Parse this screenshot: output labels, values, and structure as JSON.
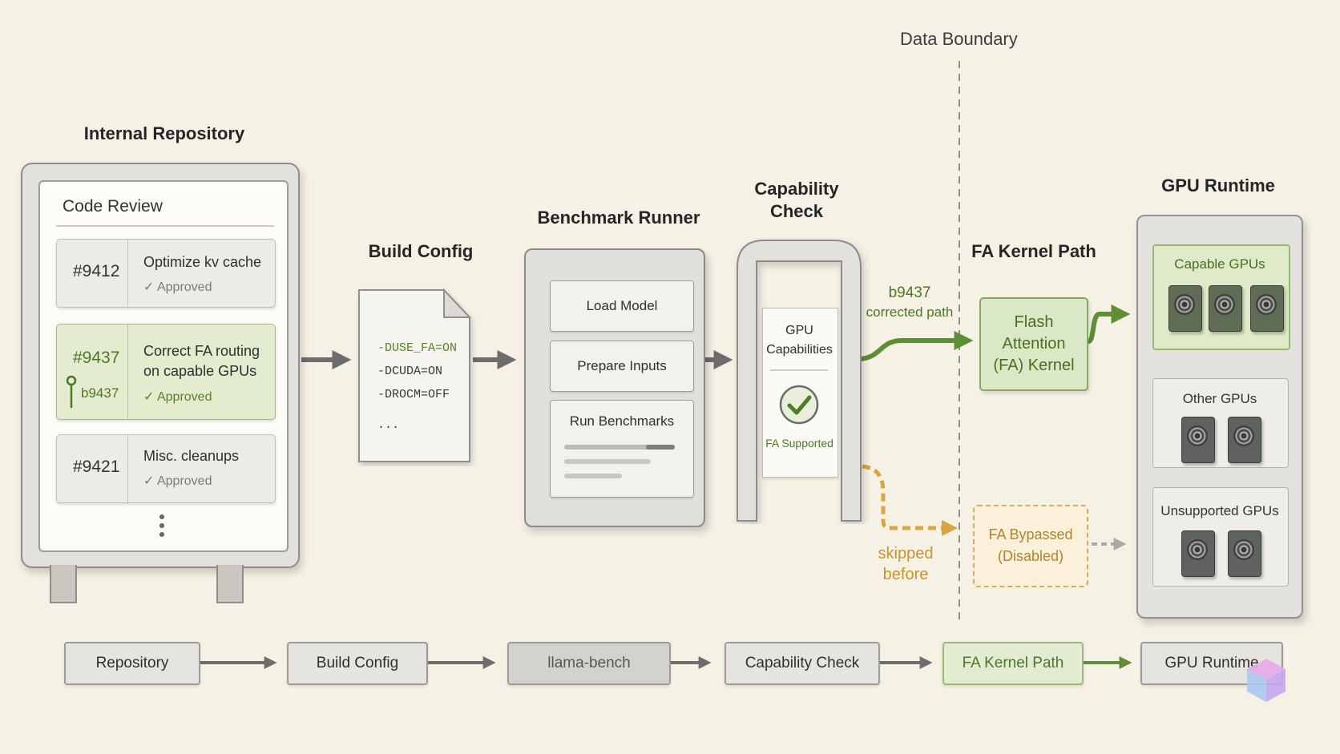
{
  "data_boundary": "Data Boundary",
  "repository": {
    "title": "Internal Repository",
    "panel_heading": "Code Review",
    "items": [
      {
        "id": "#9412",
        "title_line1": "Optimize kv cache",
        "title_line2": "",
        "status": "Approved",
        "branch": ""
      },
      {
        "id": "#9437",
        "title_line1": "Correct FA routing",
        "title_line2": "on capable GPUs",
        "status": "Approved",
        "branch": "b9437"
      },
      {
        "id": "#9421",
        "title_line1": "Misc. cleanups",
        "title_line2": "",
        "status": "Approved",
        "branch": ""
      }
    ],
    "more_icon": "vertical-ellipsis"
  },
  "build_config": {
    "title": "Build Config",
    "flags": [
      "-DUSE_FA=ON",
      "-DCUDA=ON",
      "-DROCM=OFF",
      "..."
    ]
  },
  "benchmark_runner": {
    "title": "Benchmark Runner",
    "steps": [
      "Load Model",
      "Prepare Inputs",
      "Run Benchmarks"
    ]
  },
  "capability_check": {
    "title_line1": "Capability",
    "title_line2": "Check",
    "sign_line1": "GPU",
    "sign_line2": "Capabilities",
    "result": "FA Supported",
    "result_icon": "check-circle"
  },
  "fa_path": {
    "title": "FA Kernel Path",
    "corrected_label_line1": "b9437",
    "corrected_label_line2": "corrected path",
    "kernel_line1": "Flash",
    "kernel_line2": "Attention",
    "kernel_line3": "(FA) Kernel",
    "skipped_line1": "skipped",
    "skipped_line2": "before",
    "bypass_line1": "FA Bypassed",
    "bypass_line2": "(Disabled)"
  },
  "gpu_runtime": {
    "title": "GPU Runtime",
    "shelves": [
      {
        "label": "Capable GPUs",
        "gpu_count": 3
      },
      {
        "label": "Other GPUs",
        "gpu_count": 2
      },
      {
        "label": "Unsupported GPUs",
        "gpu_count": 2
      }
    ]
  },
  "flow": [
    "Repository",
    "Build Config",
    "llama-bench",
    "Capability Check",
    "FA Kernel Path",
    "GPU Runtime"
  ],
  "colors": {
    "background": "#f6f1e5",
    "green_accent": "#5e8e35",
    "orange_accent": "#d9a441",
    "gray_arrow": "#6d6d6d"
  }
}
